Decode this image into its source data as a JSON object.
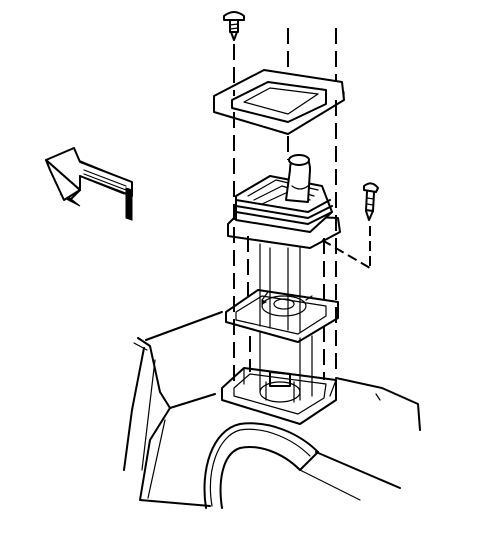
{
  "diagram": {
    "colors": {
      "ink": "#000000",
      "paper": "#ffffff"
    },
    "parts": [
      "screw-top",
      "upper-trim-bezel",
      "shift-boot",
      "shift-lever",
      "screw-side",
      "boot-retainer-plate",
      "lower-boot-plate",
      "console-floor",
      "direction-arrow"
    ]
  }
}
